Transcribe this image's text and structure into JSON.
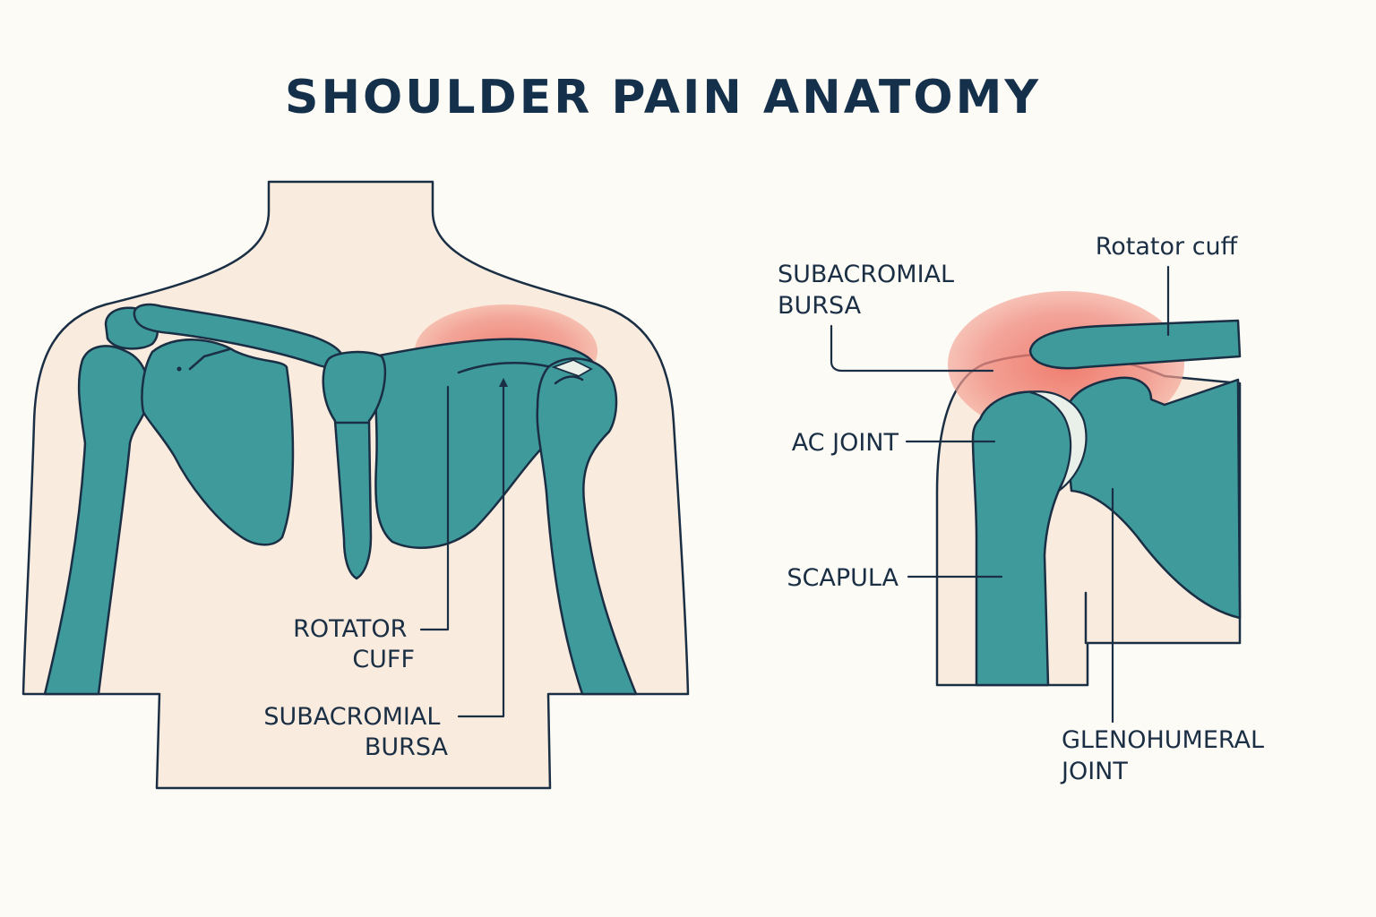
{
  "title": "SHOULDER PAIN ANATOMY",
  "colors": {
    "background": "#fdfbf6",
    "skin": "#f9ebdd",
    "bone": "#3f9a9c",
    "outline": "#1a2e44",
    "inflammation": "#f08a7e",
    "cartilage": "#e9efe9"
  },
  "front_view": {
    "labels": {
      "rotator_cuff": [
        "ROTATOR",
        "CUFF"
      ],
      "subacromial_bursa": [
        "SUBACROMIAL",
        "BURSA"
      ]
    }
  },
  "side_view": {
    "labels": {
      "rotator_cuff": "Rotator cuff",
      "subacromial_bursa": [
        "SUBACROMIAL",
        "BURSA"
      ],
      "ac_joint": "AC JOINT",
      "scapula": "SCAPULA",
      "glenohumeral_joint": [
        "GLENOHUMERAL",
        "JOINT"
      ]
    }
  }
}
